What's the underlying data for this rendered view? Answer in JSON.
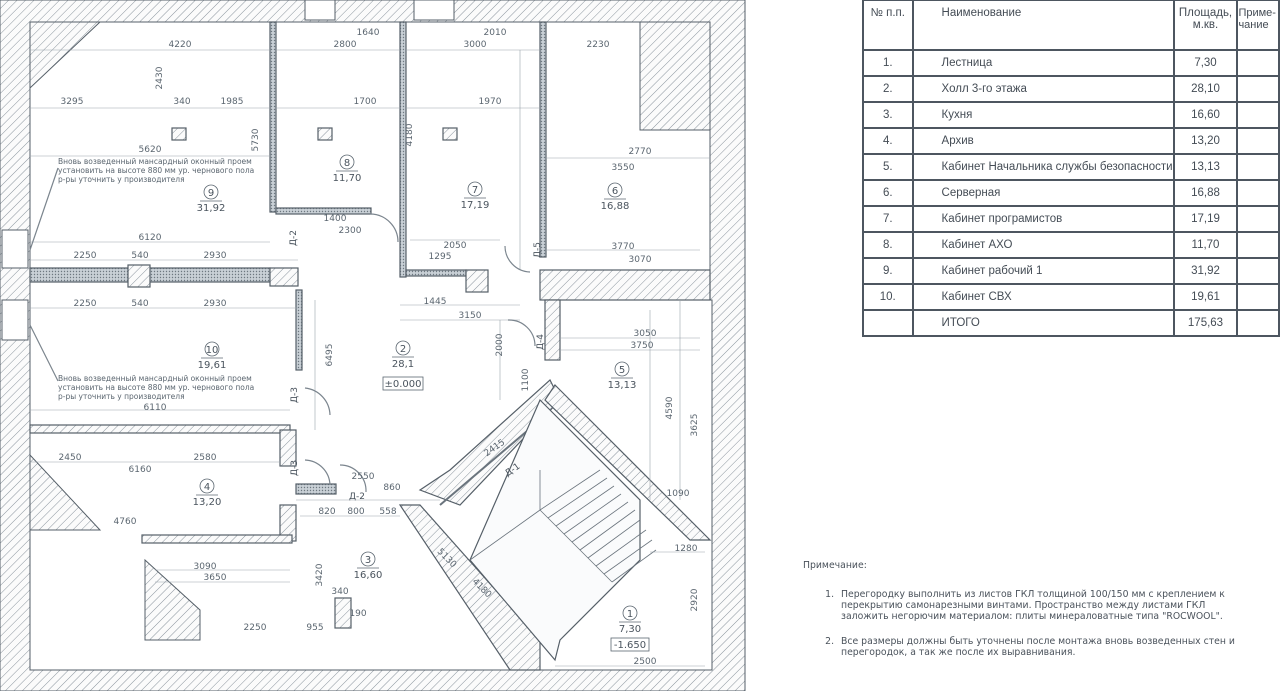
{
  "table": {
    "headers": {
      "num": "№ п.п.",
      "name": "Наименование",
      "area": "Площадь, м.кв.",
      "note": "Приме-чание"
    },
    "rows": [
      {
        "num": "1.",
        "name": "Лестница",
        "area": "7,30"
      },
      {
        "num": "2.",
        "name": "Холл 3-го этажа",
        "area": "28,10"
      },
      {
        "num": "3.",
        "name": "Кухня",
        "area": "16,60"
      },
      {
        "num": "4.",
        "name": "Архив",
        "area": "13,20"
      },
      {
        "num": "5.",
        "name": "Кабинет Начальника службы безопасности",
        "area": "13,13"
      },
      {
        "num": "6.",
        "name": "Серверная",
        "area": "16,88"
      },
      {
        "num": "7.",
        "name": "Кабинет програмистов",
        "area": "17,19"
      },
      {
        "num": "8.",
        "name": "Кабинет АХО",
        "area": "11,70"
      },
      {
        "num": "9.",
        "name": "Кабинет рабочий 1",
        "area": "31,92"
      },
      {
        "num": "10.",
        "name": "Кабинет СВХ",
        "area": "19,61"
      }
    ],
    "total": {
      "name": "ИТОГО",
      "area": "175,63"
    }
  },
  "notes": {
    "title": "Примечание:",
    "items": [
      "Перегородку выполнить из листов ГКЛ толщиной 100/150 мм с креплением к перекрытию самонарезными винтами. Пространство между листами ГКЛ заложить негорючим материалом: плиты минераловатные типа \"ROCWOOL\".",
      "Все размеры должны быть уточнены после монтажа вновь возведенных стен и перегородок, а так же после их выравнивания."
    ]
  },
  "plan": {
    "rooms": [
      {
        "num": "1",
        "area": "7,30"
      },
      {
        "num": "2",
        "area": "28,1"
      },
      {
        "num": "3",
        "area": "16,60"
      },
      {
        "num": "4",
        "area": "13,20"
      },
      {
        "num": "5",
        "area": "13,13"
      },
      {
        "num": "6",
        "area": "16,88"
      },
      {
        "num": "7",
        "area": "17,19"
      },
      {
        "num": "8",
        "area": "11,70"
      },
      {
        "num": "9",
        "area": "31,92"
      },
      {
        "num": "10",
        "area": "19,61"
      }
    ],
    "levels": {
      "hall": "±0.000",
      "stair": "-1.650"
    },
    "window_note": "Вновь возведенный мансардный оконный проем установить на высоте 880 мм ур. чернового пола р-ры уточнить у производителя",
    "doors": [
      "Д-1",
      "Д-2",
      "Д-2",
      "Д-3",
      "Д-3",
      "Д-4",
      "Д-5"
    ],
    "dimensions": [
      "4220",
      "3295",
      "340",
      "1985",
      "5620",
      "6120",
      "2250",
      "540",
      "2930",
      "2250",
      "540",
      "2930",
      "6110",
      "2450",
      "6160",
      "2580",
      "4760",
      "3090",
      "3650",
      "2250",
      "955",
      "2800",
      "1640",
      "3000",
      "2010",
      "1700",
      "1970",
      "2230",
      "2770",
      "3550",
      "3770",
      "3070",
      "2050",
      "1295",
      "1445",
      "3150",
      "2300",
      "1400",
      "3050",
      "3750",
      "1090",
      "2550",
      "860",
      "820",
      "800",
      "558",
      "1280",
      "2500",
      "340",
      "190",
      "2430",
      "6495",
      "2000",
      "1100",
      "4590",
      "3625",
      "3420",
      "2920",
      "5730",
      "4180",
      "2415",
      "5130",
      "4180"
    ]
  }
}
